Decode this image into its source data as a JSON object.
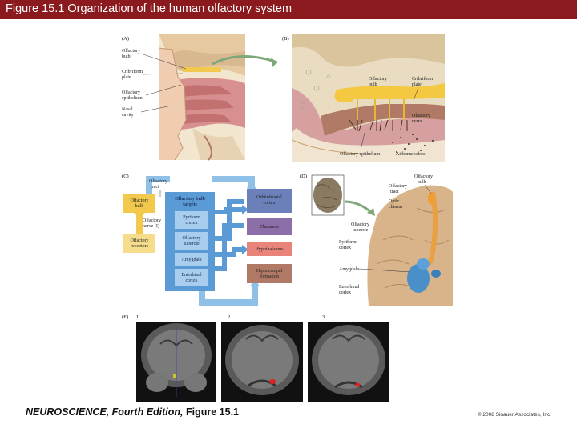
{
  "slide": {
    "title": "Figure 15.1  Organization of the human olfactory system"
  },
  "panels": {
    "a": {
      "label": "(A)",
      "labels": [
        "Olfactory",
        "bulb",
        "Cribriform",
        "plate",
        "Olfactory",
        "epithelium",
        "Nasal",
        "cavity"
      ]
    },
    "b": {
      "label": "(B)",
      "labels": [
        "Olfactory",
        "bulb",
        "Cribriform",
        "plate",
        "Olfactory",
        "nerve",
        "Olfactory epithelium",
        "Airborne odors"
      ]
    },
    "c": {
      "label": "(C)",
      "tract_label": [
        "Olfactory",
        "tract"
      ],
      "bulb": [
        "Olfactory",
        "bulb"
      ],
      "nerve_label": [
        "Olfactory",
        "nerve (I)"
      ],
      "receptors": [
        "Olfactory",
        "receptors"
      ],
      "targets_title": [
        "Olfactory bulb",
        "targets"
      ],
      "targets": [
        [
          "Pyriform",
          "cortex"
        ],
        [
          "Olfactory",
          "tubercle"
        ],
        [
          "Amygdala"
        ],
        [
          "Entorhinal",
          "cortex"
        ]
      ],
      "outputs": [
        [
          "Orbitofrontal",
          "cortex"
        ],
        [
          "Thalamus"
        ],
        [
          "Hypothalamus"
        ],
        [
          "Hippocampal",
          "formation"
        ]
      ]
    },
    "d": {
      "label": "(D)",
      "labels": [
        [
          "Olfactory",
          "bulb"
        ],
        [
          "Olfactory",
          "tract"
        ],
        [
          "Optic",
          "chiasm"
        ],
        [
          "Olfactory",
          "tubercle"
        ],
        [
          "Pyriform",
          "cortex"
        ],
        [
          "Amygdala"
        ],
        [
          "Entorhinal",
          "cortex"
        ]
      ]
    },
    "e": {
      "label": "(E)",
      "scan_numbers": [
        "1",
        "2",
        "3"
      ]
    }
  },
  "footer": {
    "book": "NEUROSCIENCE, Fourth Edition,",
    "figure": "Figure 15.1",
    "copyright": "© 2008 Sinauer Associates, Inc."
  },
  "colors": {
    "title_bar": "#8b1a1f",
    "arrow_blue": "#5b9bd5",
    "bulb_yellow": "#f2c94c",
    "orbitofrontal": "#6b7fb8",
    "thalamus": "#8c6fa8",
    "hypothalamus": "#e8847a",
    "hippocampal": "#b07a66"
  }
}
